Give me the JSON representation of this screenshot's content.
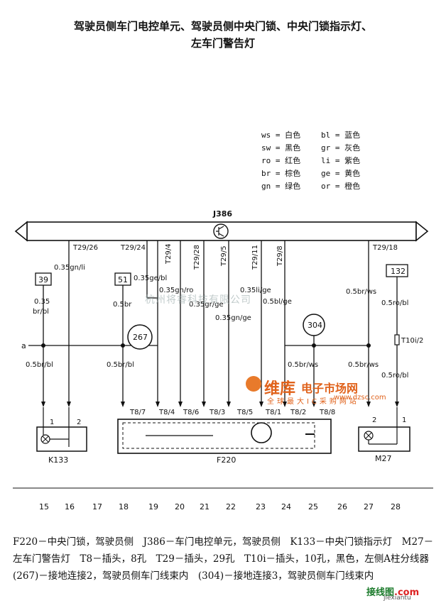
{
  "title": {
    "line1": "驾驶员侧车门电控单元、驾驶员侧中央门锁、中央门锁指示灯、",
    "line2": "左车门警告灯"
  },
  "legend": [
    {
      "code": "ws",
      "color": "白色"
    },
    {
      "code": "bl",
      "color": "蓝色"
    },
    {
      "code": "sw",
      "color": "黑色"
    },
    {
      "code": "gr",
      "color": "灰色"
    },
    {
      "code": "ro",
      "color": "红色"
    },
    {
      "code": "li",
      "color": "紫色"
    },
    {
      "code": "br",
      "color": "棕色"
    },
    {
      "code": "ge",
      "color": "黄色"
    },
    {
      "code": "gn",
      "color": "绿色"
    },
    {
      "code": "or",
      "color": "橙色"
    }
  ],
  "diagram": {
    "unit_j386": "J386",
    "connectors_top": [
      "T29/26",
      "T29/24",
      "T29/4",
      "T29/28",
      "T29/5",
      "T29/11",
      "T29/8",
      "T29/18"
    ],
    "wires": [
      "0.35gn/li",
      "0.35ge/bl",
      "0.35gn/ro",
      "0.35gr/ge",
      "0.35gn/ge",
      "0.35li/ge",
      "0.5bl/ge",
      "0.5br/ws",
      "0.5ro/bl",
      "0.35",
      "br/bl",
      "0.5br",
      "0.5br/bl",
      "0.5br/bl",
      "0.5br/ws",
      "0.5br/ws",
      "0.5ro/bl"
    ],
    "fuse_boxes": [
      "39",
      "51",
      "132"
    ],
    "ground_points": [
      "267",
      "304"
    ],
    "junction_label": "a",
    "connector_t10": "T10i/2",
    "t8_pins": [
      "T8/7",
      "T8/4",
      "T8/6",
      "T8/3",
      "T8/5",
      "T8/1",
      "T8/2",
      "T8/8"
    ],
    "component_pins": [
      "1",
      "2",
      "2",
      "1"
    ],
    "components": [
      "K133",
      "F220",
      "M27"
    ],
    "grid_numbers": [
      "15",
      "16",
      "17",
      "18",
      "19",
      "20",
      "21",
      "22",
      "23",
      "24",
      "25",
      "26",
      "27",
      "28"
    ]
  },
  "caption": "F220－中央门锁，驾驶员侧　J386－车门电控单元，驾驶员侧　K133－中央门锁指示灯　M27－左车门警告灯　T8－插头，8孔　T29－插头，29孔　T10i－插头，10孔，黑色，左侧A柱分线器　(267)－接地连接2，驾驶员侧车门线束内　(304)－接地连接3，驾驶员侧车门线束内",
  "watermarks": {
    "company": "杭州将睿科技有限公司",
    "brand": "维库",
    "brand_sub": "电子市场网",
    "url": "www.dzsc.com",
    "slogan": "全球最大IC采购网站",
    "corner": "接线图",
    "corner_url": "jiexiantu",
    "corner_com": ".com"
  }
}
